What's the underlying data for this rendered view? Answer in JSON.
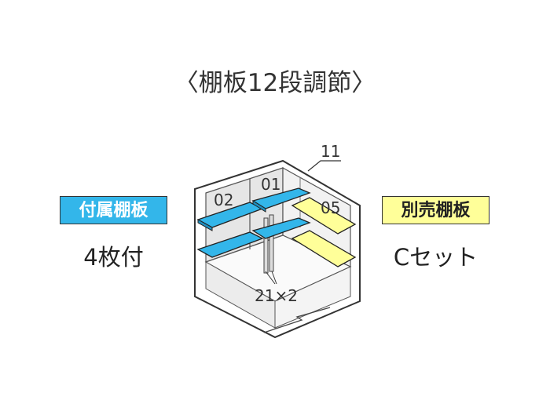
{
  "title": "〈棚板12段調節〉",
  "included": {
    "label": "付属棚板",
    "detail": "4枚付",
    "color": "#33b6ea"
  },
  "optional": {
    "label": "別売棚板",
    "detail": "Cセット",
    "color": "#ffff99"
  },
  "callouts": {
    "c11": "11",
    "c01": "01",
    "c02": "02",
    "c05": "05",
    "c21": "21×2"
  }
}
